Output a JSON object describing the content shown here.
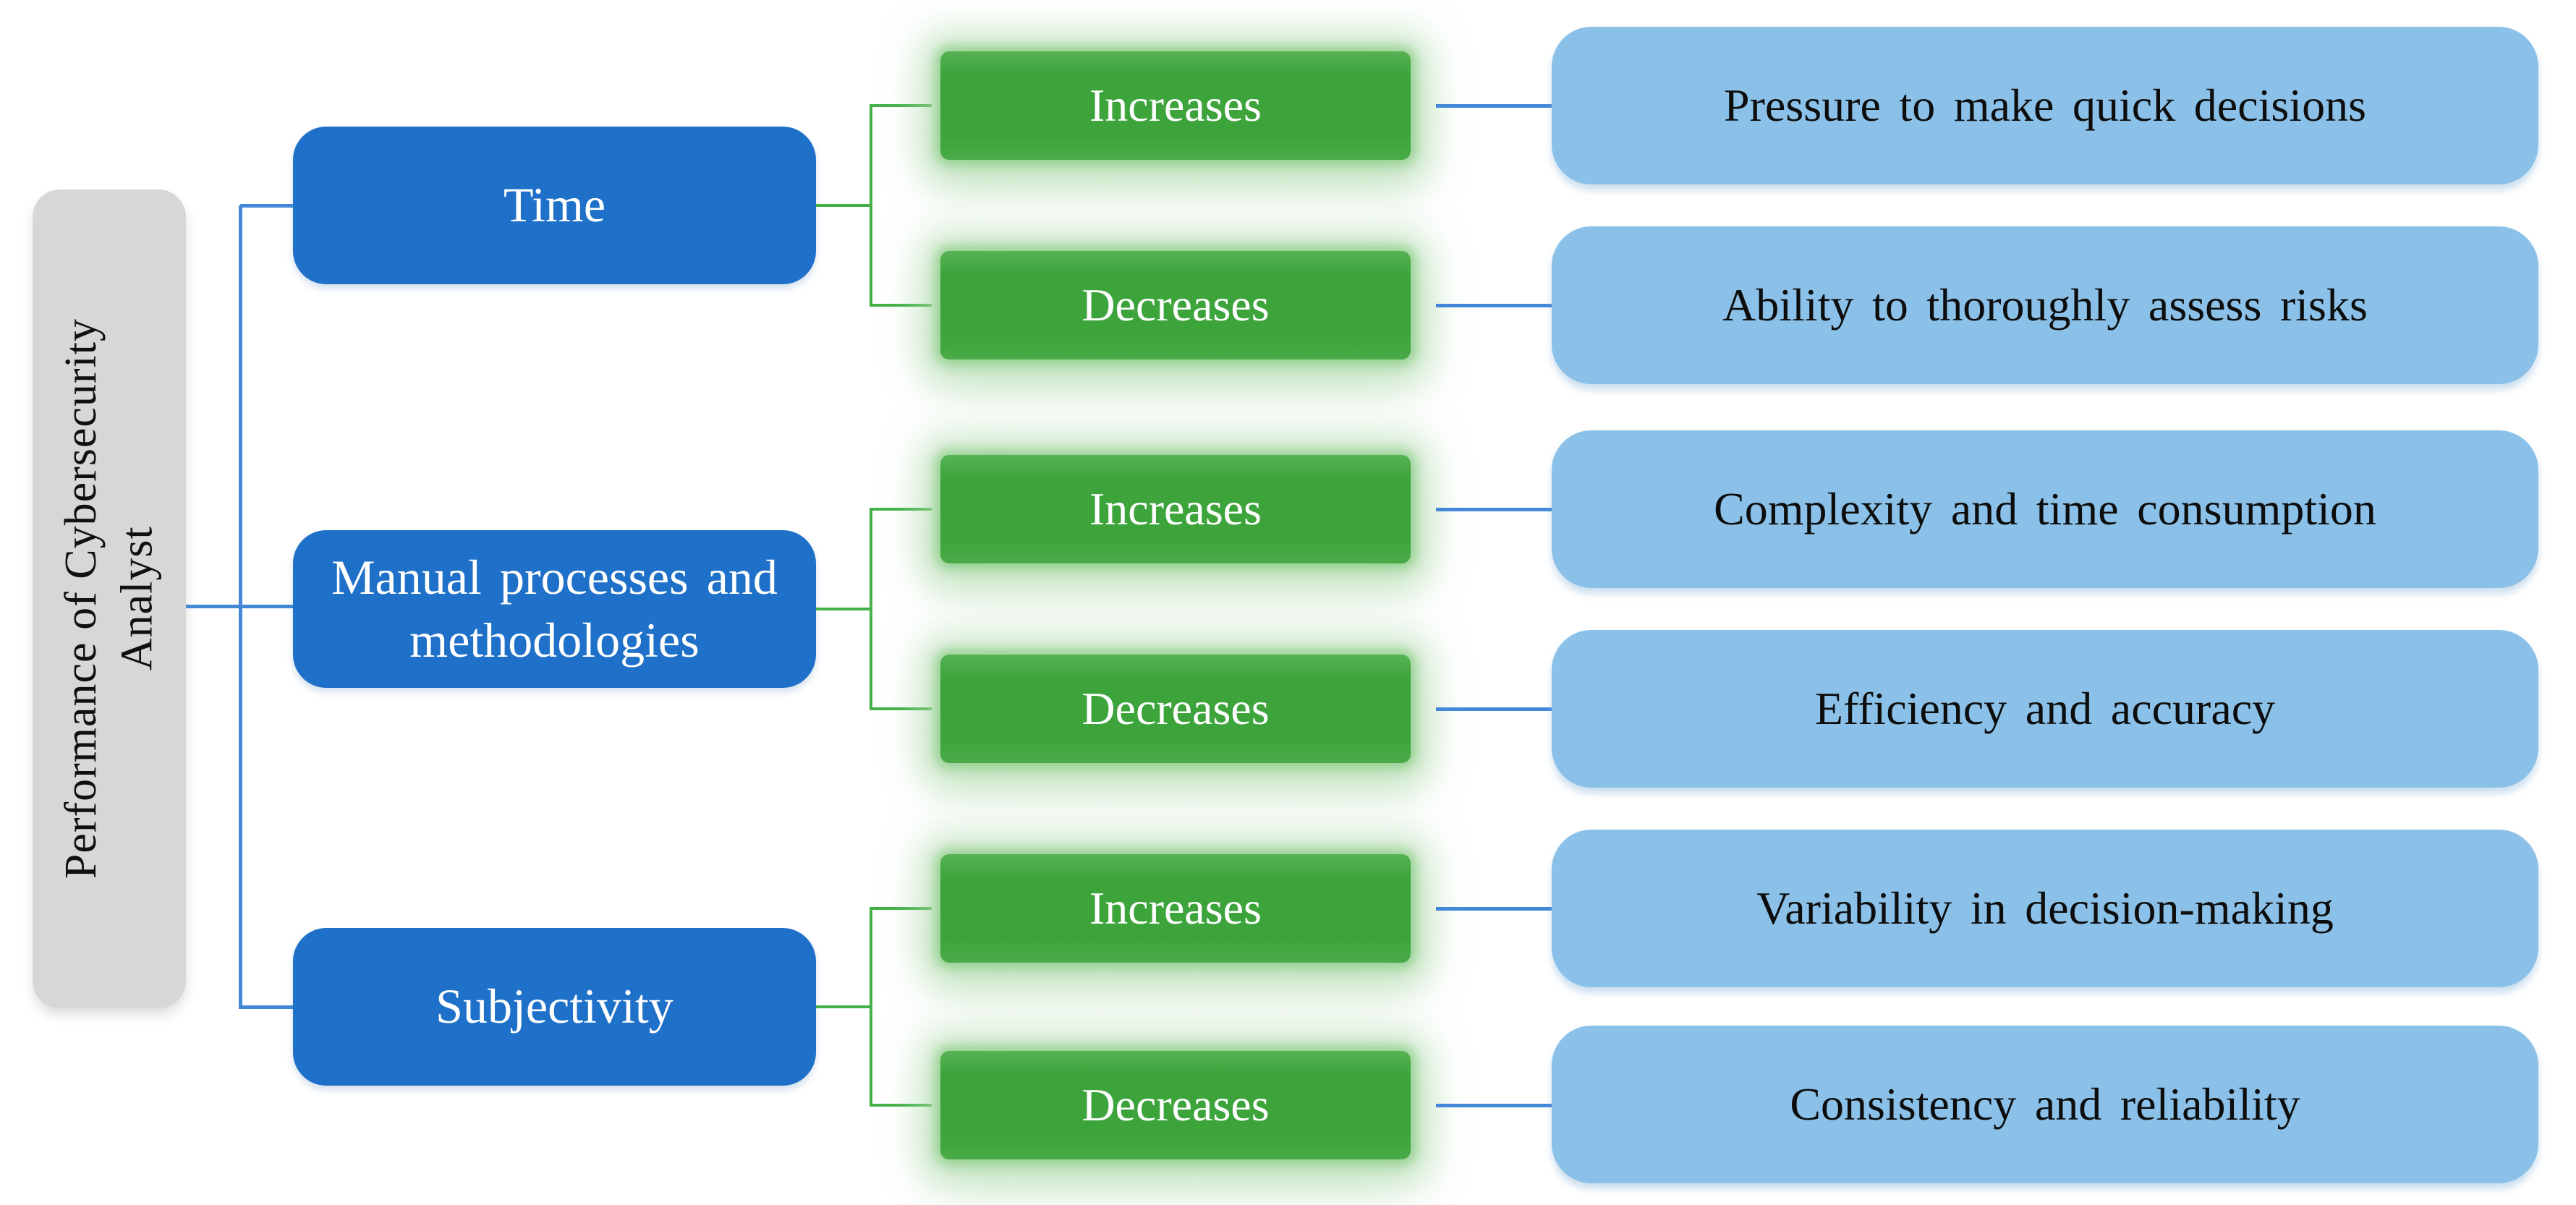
{
  "figure": {
    "title_hint": "Factors affecting performance of cybersecurity analyst",
    "root": {
      "label_line1": "Performance of Cybersecurity",
      "label_line2": "Analyst"
    },
    "groups": [
      {
        "category": "Time",
        "branches": [
          {
            "effect": "Increases",
            "outcome": "Pressure to make quick decisions"
          },
          {
            "effect": "Decreases",
            "outcome": "Ability to thoroughly assess risks"
          }
        ]
      },
      {
        "category": "Manual processes and methodologies",
        "branches": [
          {
            "effect": "Increases",
            "outcome": "Complexity and time consumption"
          },
          {
            "effect": "Decreases",
            "outcome": "Efficiency and accuracy"
          }
        ]
      },
      {
        "category": "Subjectivity",
        "branches": [
          {
            "effect": "Increases",
            "outcome": "Variability in decision-making"
          },
          {
            "effect": "Decreases",
            "outcome": "Consistency and reliability"
          }
        ]
      }
    ],
    "colors": {
      "category_blue": "#1E70C8",
      "outcome_blue": "#8BC1E8",
      "effect_green": "#3DA43C",
      "connector_green": "#43B049",
      "connector_blue": "#4488D8",
      "root_gray": "#D7D7D7"
    }
  }
}
